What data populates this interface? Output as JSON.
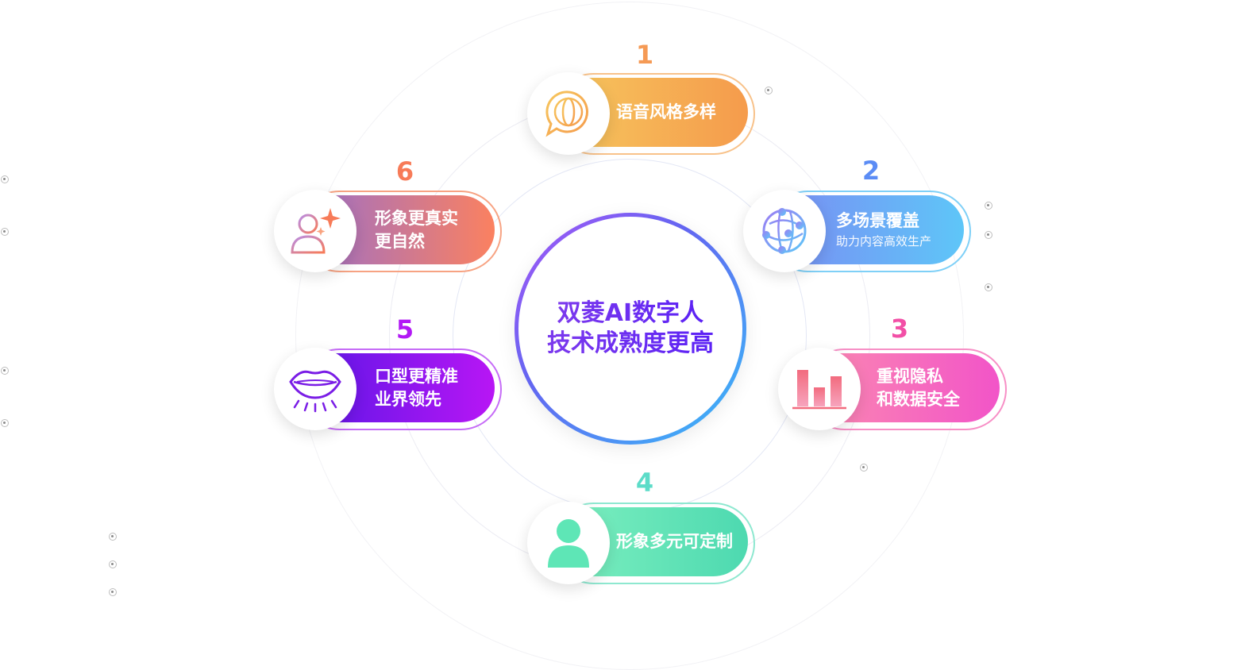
{
  "center": {
    "line1": "双菱AI数字人",
    "line2": "技术成熟度更高"
  },
  "features": [
    {
      "number": "1",
      "title": "语音风格多样",
      "subtitle": "",
      "icon": "globe-chat-icon",
      "color": "#f29a4a"
    },
    {
      "number": "2",
      "title": "多场景覆盖",
      "subtitle": "助力内容高效生产",
      "icon": "network-sphere-icon",
      "color": "#5b8cf5"
    },
    {
      "number": "3",
      "title": "重视隐私",
      "subtitle": "和数据安全",
      "icon": "bar-chart-icon",
      "color": "#f24fa6"
    },
    {
      "number": "4",
      "title": "形象多元可定制",
      "subtitle": "",
      "icon": "user-avatar-icon",
      "color": "#5cdcc8"
    },
    {
      "number": "5",
      "title": "口型更精准",
      "subtitle": "业界领先",
      "icon": "lips-icon",
      "color": "#b218f5"
    },
    {
      "number": "6",
      "title": "形象更真实",
      "subtitle": "更自然",
      "icon": "user-sparkle-icon",
      "color": "#f77b58"
    }
  ],
  "colors": {
    "center_text": "#6a1cf0",
    "pill_1": [
      "#f6c75e",
      "#f59b4c"
    ],
    "pill_2": [
      "#7a8cf3",
      "#5ec6f8"
    ],
    "pill_3": [
      "#fb8ab1",
      "#f254c8"
    ],
    "pill_4": [
      "#7ef0c0",
      "#4dd9b0"
    ],
    "pill_5": [
      "#5b16e6",
      "#b816f5"
    ],
    "pill_6": [
      "#9b6fc9",
      "#fb8160"
    ]
  }
}
